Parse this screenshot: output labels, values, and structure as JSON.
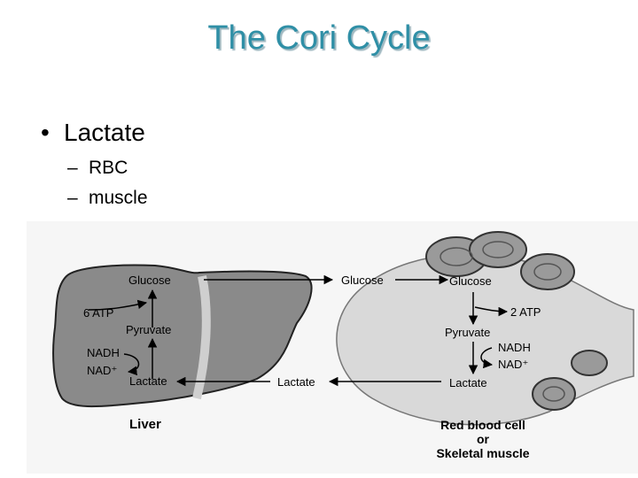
{
  "slide": {
    "title": "The Cori Cycle",
    "bullet": "Lactate",
    "sub_bullets": [
      "RBC",
      "muscle"
    ]
  },
  "diagram": {
    "liver": {
      "label": "Liver",
      "glucose": "Glucose",
      "atp": "6 ATP",
      "pyruvate": "Pyruvate",
      "nadh": "NADH",
      "nad": "NAD⁺",
      "lactate": "Lactate"
    },
    "blood": {
      "glucose": "Glucose",
      "lactate": "Lactate"
    },
    "cell": {
      "label_line1": "Red blood cell",
      "label_line2": "or",
      "label_line3": "Skeletal muscle",
      "glucose": "Glucose",
      "atp": "2 ATP",
      "pyruvate": "Pyruvate",
      "nadh": "NADH",
      "nad": "NAD⁺",
      "lactate": "Lactate"
    },
    "colors": {
      "title": "#2f8fa6",
      "liver_fill": "#8a8a8a",
      "cell_fill": "#d9d9d9",
      "rbc_fill": "#9a9a9a"
    }
  }
}
